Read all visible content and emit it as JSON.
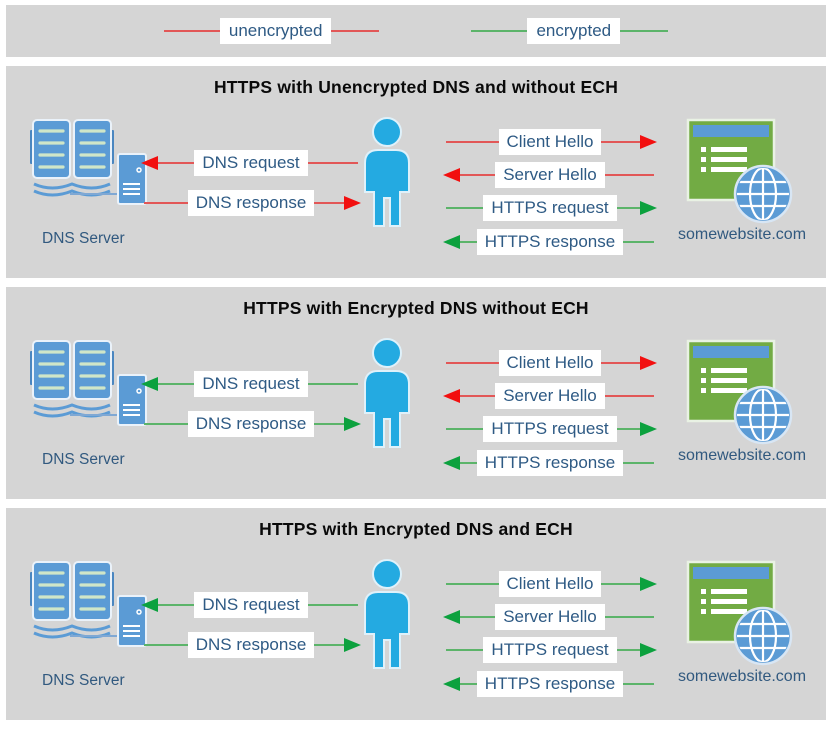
{
  "colors": {
    "panel_background": "#d5d5d5",
    "unencrypted_line": "#e25757",
    "unencrypted_arrowhead": "#f20f0f",
    "encrypted_line": "#5cb46a",
    "encrypted_arrowhead": "#0ca13e",
    "label_text": "#2e5a84",
    "person_blue": "#24aae1",
    "icon_blue": "#5b9bd5",
    "website_green": "#72ab44"
  },
  "legend": {
    "items": [
      {
        "label": "unencrypted",
        "dir": "plain",
        "line": "#e25757",
        "head": "#e25757"
      },
      {
        "label": "encrypted",
        "dir": "plain",
        "line": "#5cb46a",
        "head": "#5cb46a"
      }
    ]
  },
  "panels": [
    {
      "title": "HTTPS with Unencrypted DNS and without ECH",
      "dns_server_label": "DNS Server",
      "website_label": "somewebsite.com",
      "messages": [
        {
          "label": "DNS request",
          "dir": "left",
          "line": "#e25757",
          "head": "#f20f0f"
        },
        {
          "label": "DNS response",
          "dir": "right",
          "line": "#e25757",
          "head": "#f20f0f"
        },
        {
          "label": "Client Hello",
          "dir": "right",
          "line": "#e25757",
          "head": "#f20f0f"
        },
        {
          "label": "Server Hello",
          "dir": "left",
          "line": "#e25757",
          "head": "#f20f0f"
        },
        {
          "label": "HTTPS request",
          "dir": "right",
          "line": "#5cb46a",
          "head": "#0ca13e"
        },
        {
          "label": "HTTPS response",
          "dir": "left",
          "line": "#5cb46a",
          "head": "#0ca13e"
        }
      ]
    },
    {
      "title": "HTTPS with Encrypted DNS without ECH",
      "dns_server_label": "DNS Server",
      "website_label": "somewebsite.com",
      "messages": [
        {
          "label": "DNS request",
          "dir": "left",
          "line": "#5cb46a",
          "head": "#0ca13e"
        },
        {
          "label": "DNS response",
          "dir": "right",
          "line": "#5cb46a",
          "head": "#0ca13e"
        },
        {
          "label": "Client Hello",
          "dir": "right",
          "line": "#e25757",
          "head": "#f20f0f"
        },
        {
          "label": "Server Hello",
          "dir": "left",
          "line": "#e25757",
          "head": "#f20f0f"
        },
        {
          "label": "HTTPS request",
          "dir": "right",
          "line": "#5cb46a",
          "head": "#0ca13e"
        },
        {
          "label": "HTTPS response",
          "dir": "left",
          "line": "#5cb46a",
          "head": "#0ca13e"
        }
      ]
    },
    {
      "title": "HTTPS with Encrypted DNS and ECH",
      "dns_server_label": "DNS Server",
      "website_label": "somewebsite.com",
      "messages": [
        {
          "label": "DNS request",
          "dir": "left",
          "line": "#5cb46a",
          "head": "#0ca13e"
        },
        {
          "label": "DNS response",
          "dir": "right",
          "line": "#5cb46a",
          "head": "#0ca13e"
        },
        {
          "label": "Client Hello",
          "dir": "right",
          "line": "#5cb46a",
          "head": "#0ca13e"
        },
        {
          "label": "Server Hello",
          "dir": "left",
          "line": "#5cb46a",
          "head": "#0ca13e"
        },
        {
          "label": "HTTPS request",
          "dir": "right",
          "line": "#5cb46a",
          "head": "#0ca13e"
        },
        {
          "label": "HTTPS response",
          "dir": "left",
          "line": "#5cb46a",
          "head": "#0ca13e"
        }
      ]
    }
  ]
}
